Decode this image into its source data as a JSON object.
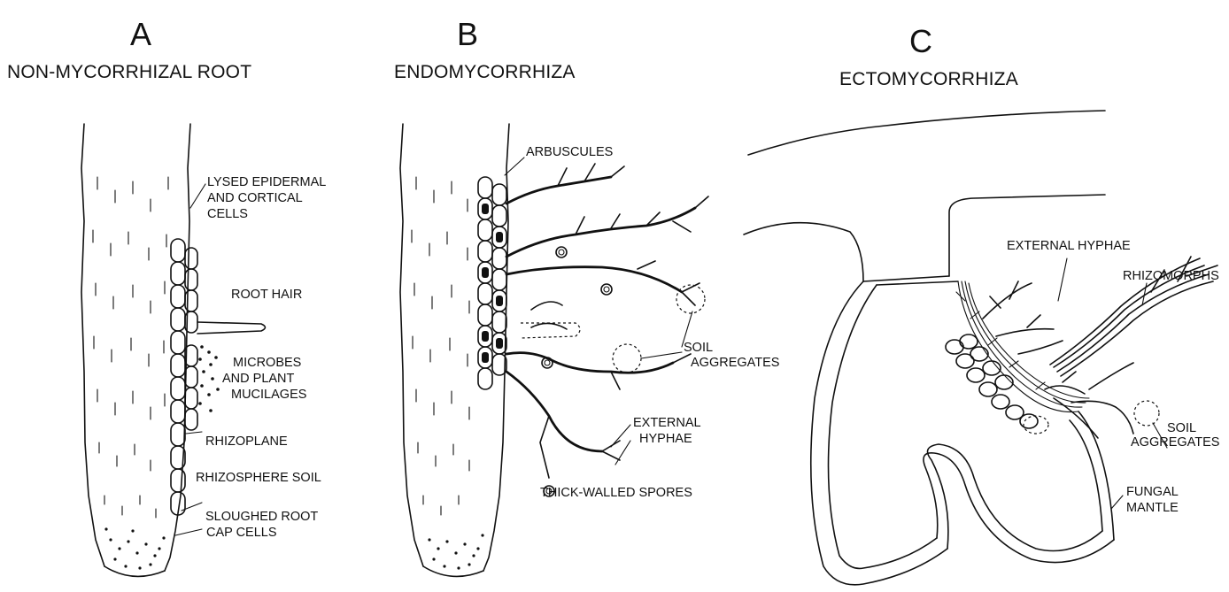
{
  "panels": [
    {
      "letter": "A",
      "title": "NON-MYCORRHIZAL ROOT",
      "labels": {
        "lysed_line1": "LYSED EPIDERMAL",
        "lysed_line2": "AND CORTICAL",
        "lysed_line3": "CELLS",
        "root_hair": "ROOT HAIR",
        "microbes_line1": "MICROBES",
        "microbes_line2": "AND PLANT",
        "microbes_line3": "MUCILAGES",
        "rhizoplane": "RHIZOPLANE",
        "rhizosphere": "RHIZOSPHERE SOIL",
        "sloughed_line1": "SLOUGHED ROOT",
        "sloughed_line2": "CAP CELLS"
      }
    },
    {
      "letter": "B",
      "title": "ENDOMYCORRHIZA",
      "labels": {
        "arbuscules": "ARBUSCULES",
        "soil_line1": "SOIL",
        "soil_line2": "AGGREGATES",
        "external_line1": "EXTERNAL",
        "external_line2": "HYPHAE",
        "spores": "THICK-WALLED SPORES"
      }
    },
    {
      "letter": "C",
      "title": "ECTOMYCORRHIZA",
      "labels": {
        "external_hyphae": "EXTERNAL HYPHAE",
        "rhizomorphs": "RHIZOMORPHS",
        "soil_line1": "SOIL",
        "soil_line2": "AGGREGATES",
        "mantle_line1": "FUNGAL",
        "mantle_line2": "MANTLE"
      }
    }
  ]
}
